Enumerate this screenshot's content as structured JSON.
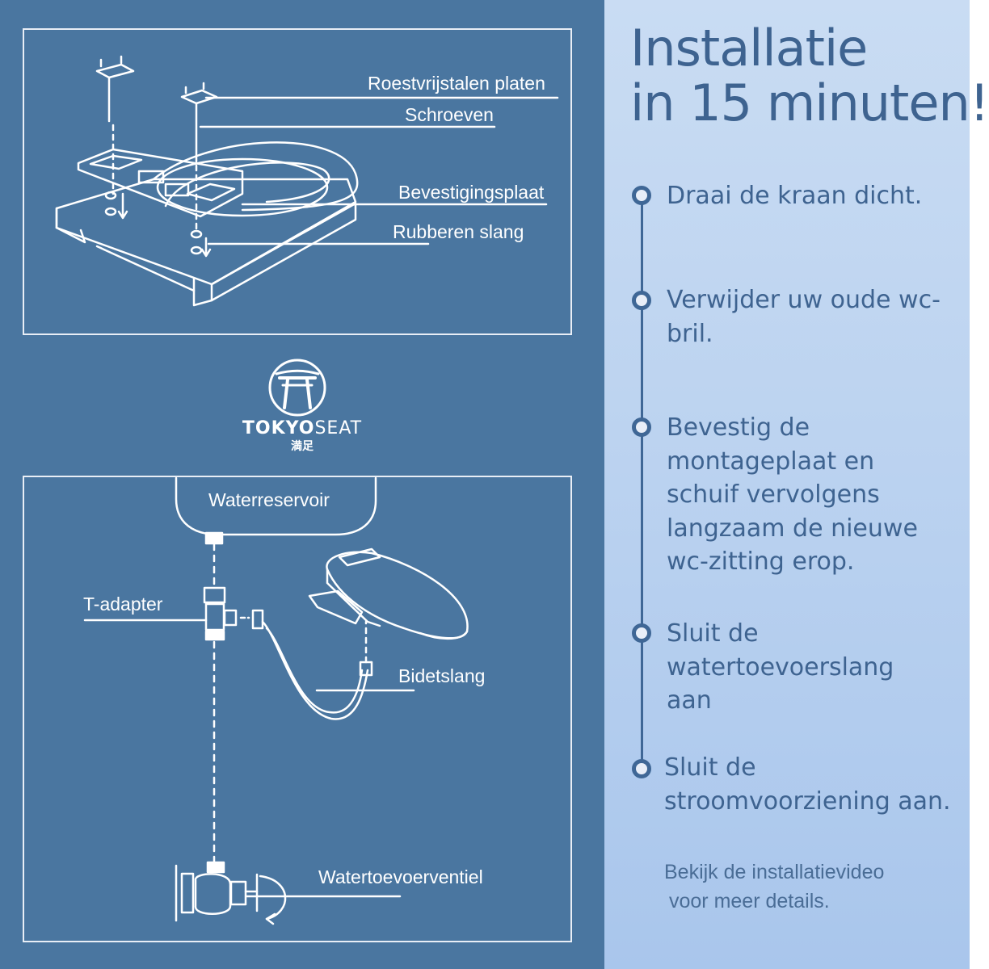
{
  "diagram": {
    "top_labels": {
      "plates": "Roestvrijstalen platen",
      "screws": "Schroeven",
      "mounting_plate": "Bevestigingsplaat",
      "rubber_hose": "Rubberen slang"
    },
    "bottom_labels": {
      "reservoir": "Waterreservoir",
      "t_adapter": "T-adapter",
      "bidet_hose": "Bidetslang",
      "valve": "Watertoevoerventiel"
    },
    "logo": {
      "brand_bold": "TOKYO",
      "brand_light": "SEAT",
      "sub": "満足"
    }
  },
  "instructions": {
    "title_line1": "Installatie",
    "title_line2": "in 15 minuten!",
    "steps": [
      "Draai de kraan dicht.",
      "Verwijder uw oude wc-bril.",
      "Bevestig de montageplaat en schuif vervolgens langzaam de nieuwe wc-zitting erop.",
      "Sluit de watertoevoerslang aan",
      "Sluit de stroomvoorziening aan."
    ],
    "note_line1": "Bekijk de installatievideo",
    "note_line2": "voor meer details."
  },
  "colors": {
    "left_panel": "#4a76a0",
    "right_panel": "#bcd3f0",
    "text_dark": "#3e6390",
    "line_white": "#ffffff"
  }
}
